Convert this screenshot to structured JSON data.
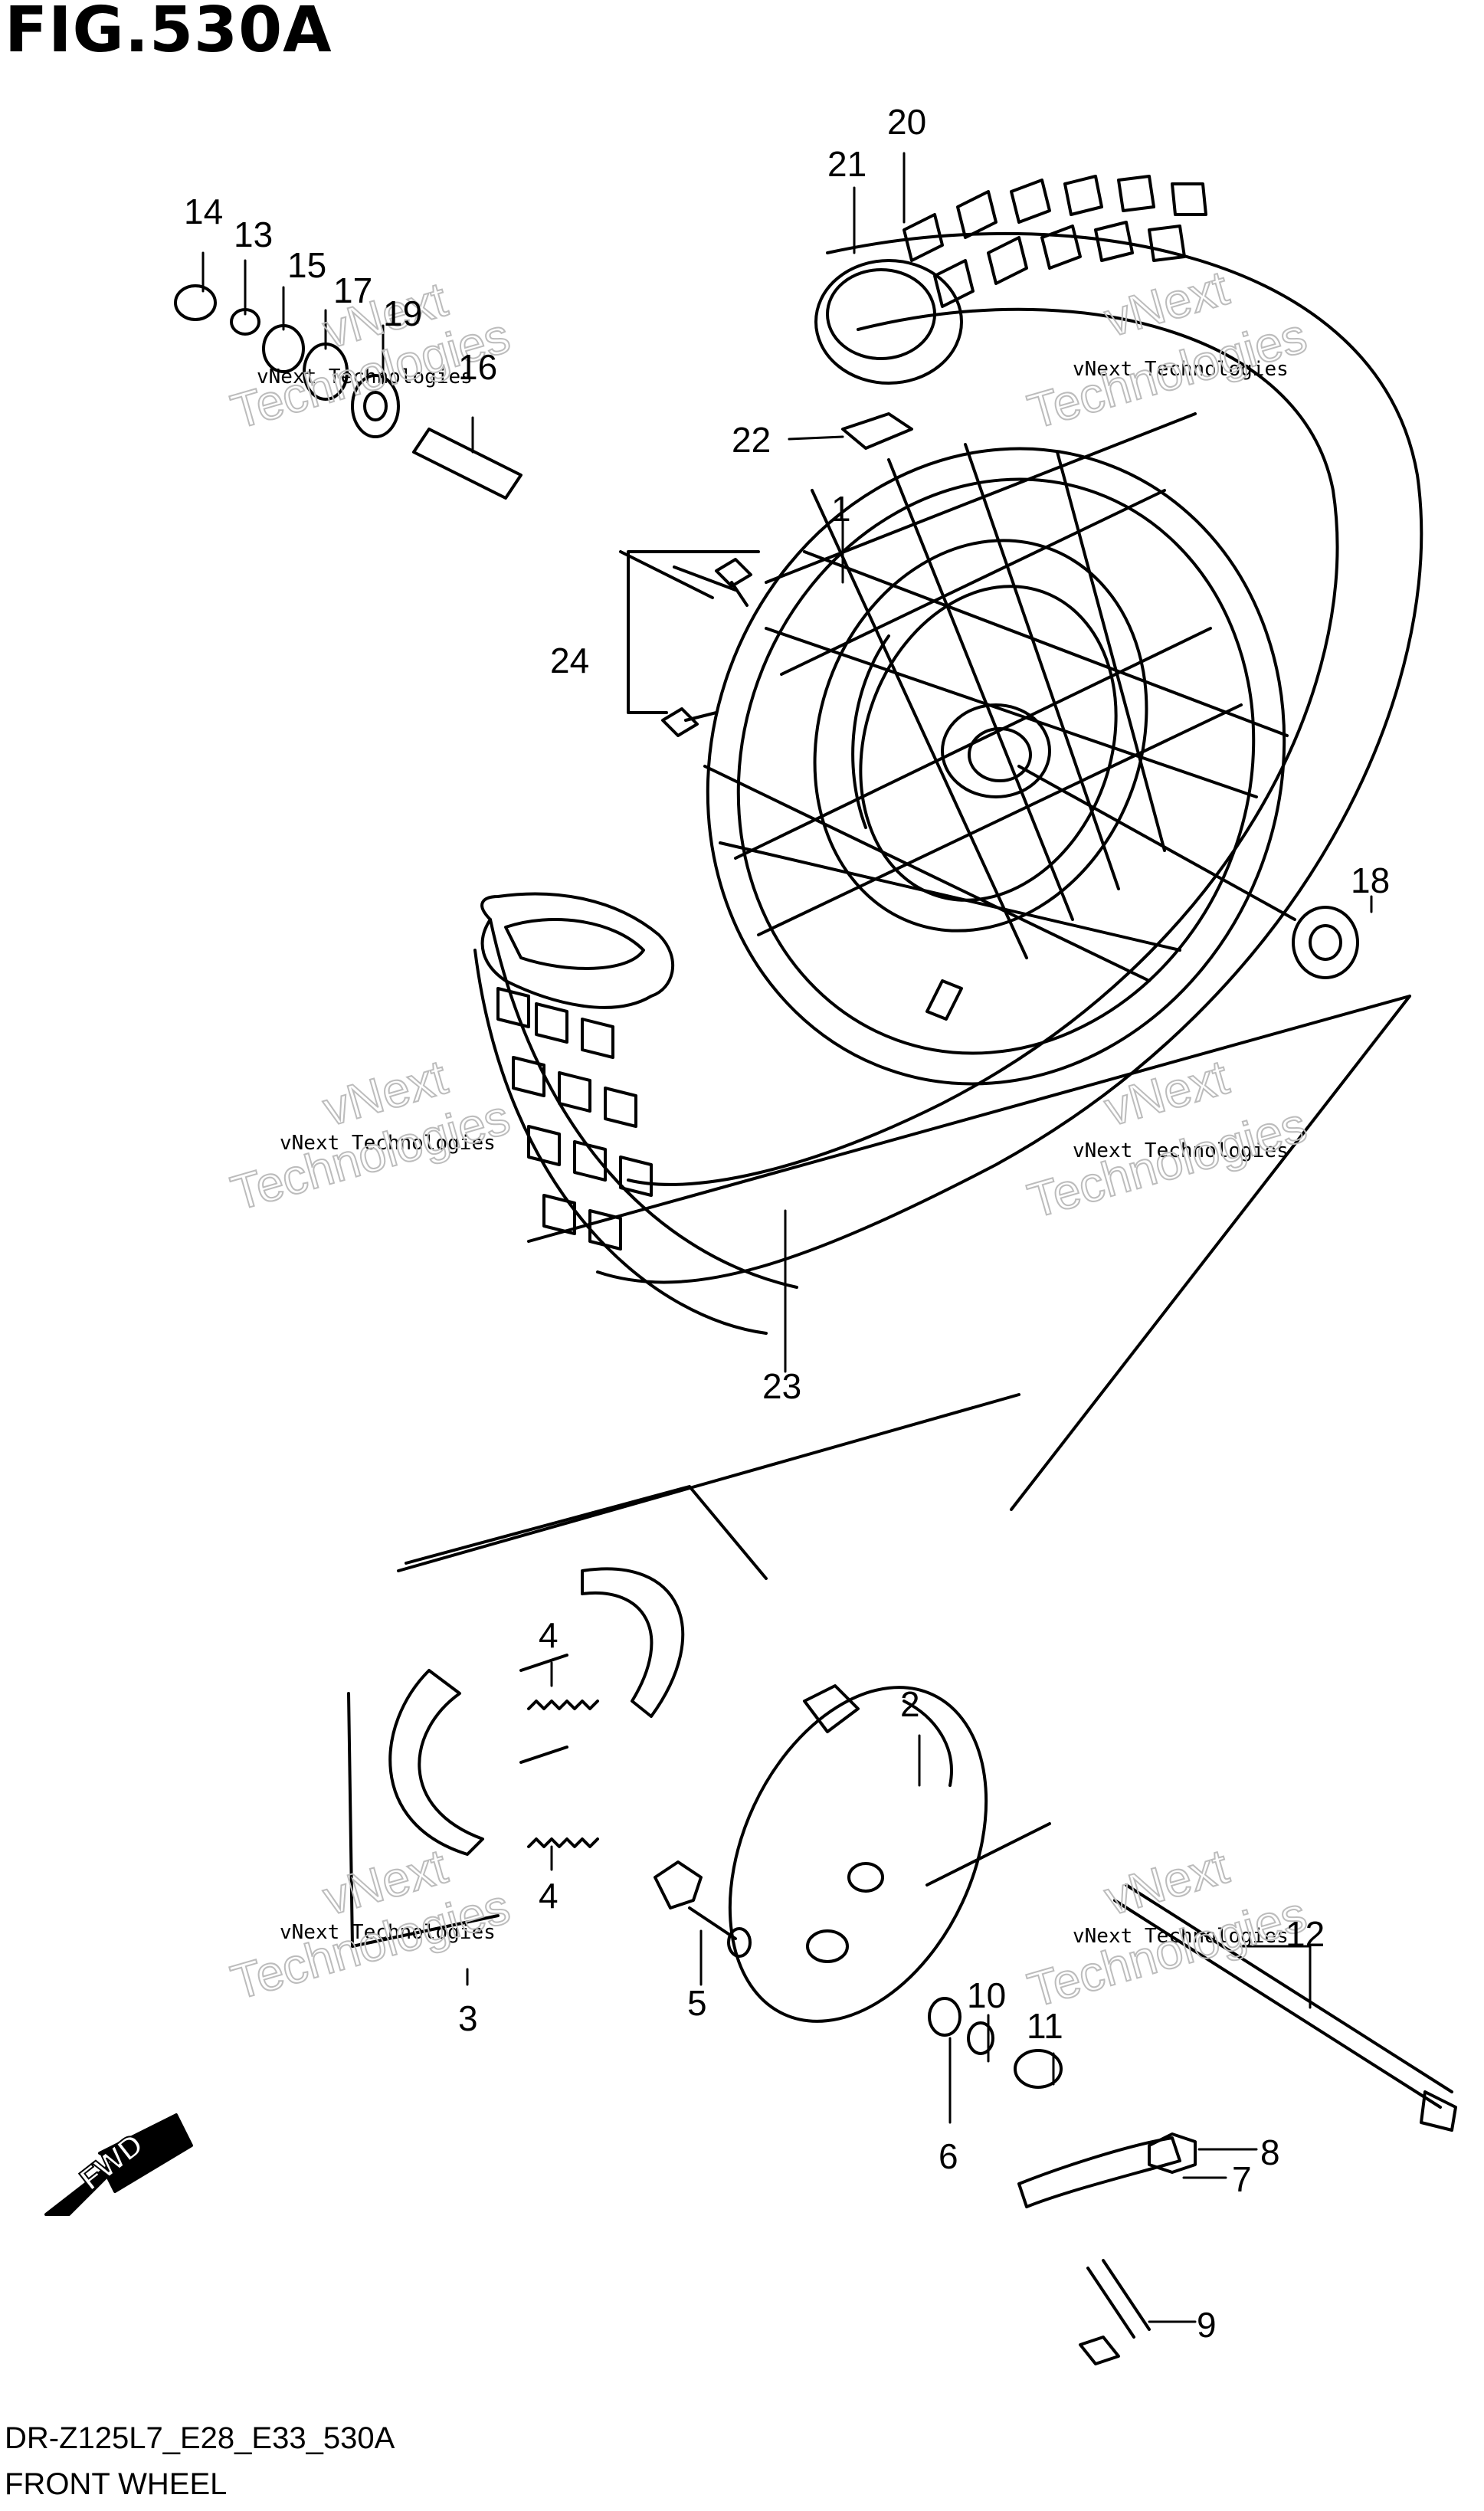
{
  "header": {
    "figure_title": "FIG.530A"
  },
  "footer": {
    "model_code": "DR-Z125L7_E28_E33_530A",
    "figure_name": "FRONT WHEEL"
  },
  "callouts": {
    "c1": "1",
    "c2": "2",
    "c3": "3",
    "c4a": "4",
    "c4b": "4",
    "c5": "5",
    "c6": "6",
    "c7": "7",
    "c8": "8",
    "c9": "9",
    "c10": "10",
    "c11": "11",
    "c12": "12",
    "c13": "13",
    "c14": "14",
    "c15": "15",
    "c16": "16",
    "c17": "17",
    "c18": "18",
    "c19": "19",
    "c20": "20",
    "c21": "21",
    "c22": "22",
    "c23": "23",
    "c24": "24"
  },
  "direction_badge": "FWD",
  "watermark": {
    "line": "vNext Technologies",
    "brand": "vNext",
    "word": "Technologies"
  }
}
